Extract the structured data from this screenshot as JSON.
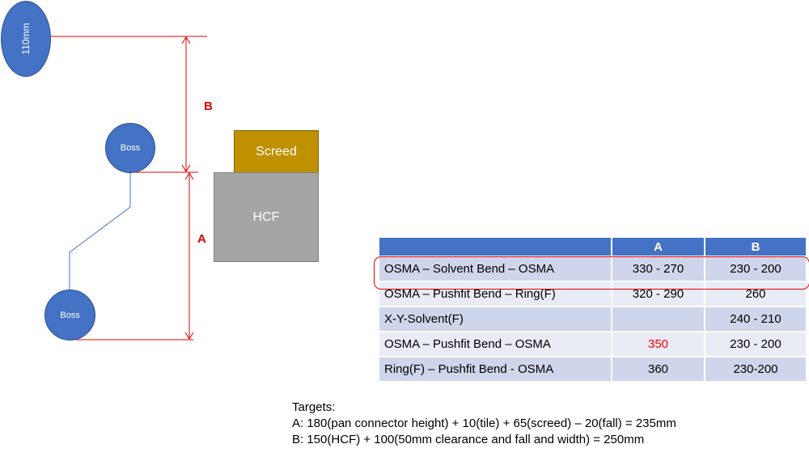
{
  "pipe_label": "110mm",
  "boss_upper": "Boss",
  "boss_lower": "Boss",
  "screed_label": "Screed",
  "hcf_label": "HCF",
  "dimension_b": "B",
  "dimension_a": "A",
  "table": {
    "headers": [
      "",
      "A",
      "B"
    ],
    "rows": [
      {
        "name": "OSMA – Solvent Bend – OSMA",
        "a": "330 - 270",
        "b": "230 - 200",
        "highlighted": true
      },
      {
        "name": "OSMA – Pushfit Bend – Ring(F)",
        "a": "320 - 290",
        "b": "260"
      },
      {
        "name": "X-Y-Solvent(F)",
        "a": "",
        "b": "240 - 210"
      },
      {
        "name": "OSMA – Pushfit Bend – OSMA",
        "a": "350",
        "b": "230 - 200",
        "a_color": "#ff0000"
      },
      {
        "name": "Ring(F) – Pushfit Bend - OSMA",
        "a": "360",
        "b": "230-200"
      }
    ]
  },
  "targets": {
    "heading": "Targets:",
    "line_a": "A: 180(pan connector height) + 10(tile) + 65(screed) – 20(fall) = 235mm",
    "line_b": "B: 150(HCF) + 100(50mm clearance and fall and width) = 250mm"
  },
  "colors": {
    "pipe_blue": "#4472c4",
    "screed": "#bf9000",
    "hcf": "#a5a5a5",
    "dimension_red": "#e00000",
    "table_header": "#4472c4"
  }
}
